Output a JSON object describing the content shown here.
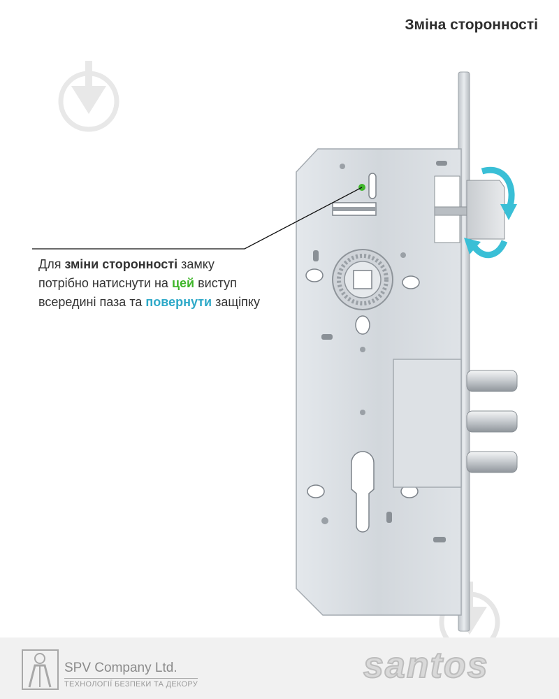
{
  "header": {
    "title": "Зміна сторонності"
  },
  "caption": {
    "line1_a": "Для ",
    "line1_b": "зміни сторонності",
    "line1_c": " замку",
    "line2_a": "потрібно натиснути на ",
    "line2_b": "цей",
    "line2_c": " виступ",
    "line3_a": "всередині паза та ",
    "line3_b": "повернути",
    "line3_c": " защіпку"
  },
  "footer": {
    "company": "SPV Company Ltd.",
    "tagline": "ТЕХНОЛОГІЇ БЕЗПЕКИ ТА ДЕКОРУ",
    "brand": "santos"
  },
  "colors": {
    "green": "#3fb62a",
    "teal": "#2ea9c8",
    "lock_metal": "#d6dbe0"
  },
  "icons": {
    "watermark": "download-arrow-icon",
    "rotate": "rotate-arrows-icon",
    "spv_logo": "spv-logo-icon"
  }
}
